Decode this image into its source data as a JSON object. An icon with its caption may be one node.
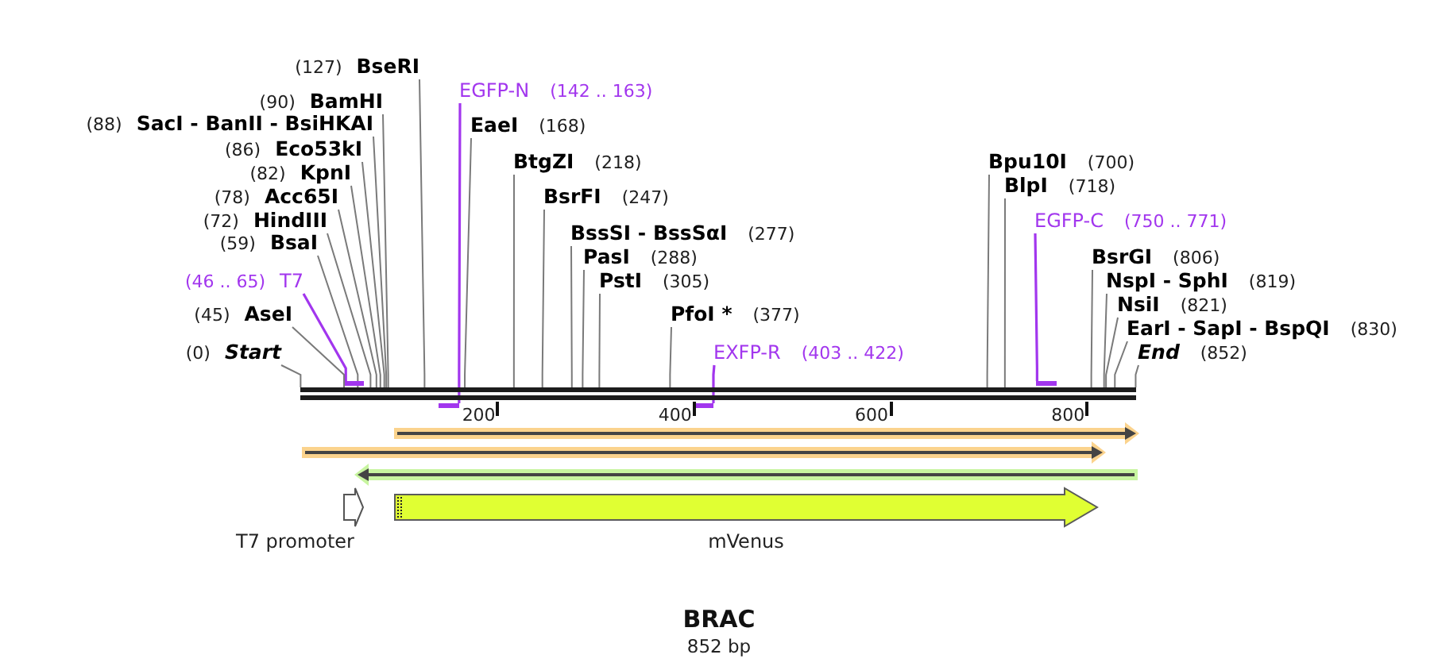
{
  "diagram": {
    "title": "BRAC",
    "caption": "852 bp",
    "nodes": [
      {
        "text": [
          "BseRI"
        ],
        "beside": [
          "(127)"
        ]
      },
      {
        "text": [
          "EGFP-N"
        ],
        "beside": [
          "(142 .. 163)"
        ]
      },
      {
        "text": [
          "BamHI"
        ],
        "beside": [
          "(90)"
        ]
      },
      {
        "text": [
          "SacI - BanII - BsiHKAI"
        ],
        "beside": [
          "(88)"
        ]
      },
      {
        "text": [
          "EaeI"
        ],
        "beside": [
          "(168)"
        ]
      },
      {
        "text": [
          "Eco53kI"
        ],
        "beside": [
          "(86)"
        ]
      },
      {
        "text": [
          "BtgZI"
        ],
        "beside": [
          "(218)"
        ]
      },
      {
        "text": [
          "Bpu10I"
        ],
        "beside": [
          "(700)"
        ]
      },
      {
        "text": [
          "KpnI"
        ],
        "beside": [
          "(82)"
        ]
      },
      {
        "text": [
          "BlpI"
        ],
        "beside": [
          "(718)"
        ]
      },
      {
        "text": [
          "Acc65I"
        ],
        "beside": [
          "(78)"
        ]
      },
      {
        "text": [
          "BsrFI"
        ],
        "beside": [
          "(247)"
        ]
      },
      {
        "text": [
          "HindIII"
        ],
        "beside": [
          "(72)"
        ]
      },
      {
        "text": [
          "EGFP-C"
        ],
        "beside": [
          "(750 .. 771)"
        ]
      },
      {
        "text": [
          "BssSI - BssSαI"
        ],
        "beside": [
          "(277)"
        ]
      },
      {
        "text": [
          "BsaI"
        ],
        "beside": [
          "(59)"
        ]
      },
      {
        "text": [
          "PasI"
        ],
        "beside": [
          "(288)"
        ]
      },
      {
        "text": [
          "BsrGI"
        ],
        "beside": [
          "(806)"
        ]
      },
      {
        "text": [
          "T7"
        ],
        "beside": [
          "(46 .. 65)"
        ]
      },
      {
        "text": [
          "PstI"
        ],
        "beside": [
          "(305)"
        ]
      },
      {
        "text": [
          "NspI - SphI"
        ],
        "beside": [
          "(819)"
        ]
      },
      {
        "text": [
          "NsiI"
        ],
        "beside": [
          "(821)"
        ]
      },
      {
        "text": [
          "AseI"
        ],
        "beside": [
          "(45)"
        ]
      },
      {
        "text": [
          "PfoI *"
        ],
        "beside": [
          "(377)"
        ]
      },
      {
        "text": [
          "EarI - SapI - BspQI"
        ],
        "beside": [
          "(830)"
        ]
      },
      {
        "text": [
          "Start"
        ],
        "beside": [
          "(0)"
        ]
      },
      {
        "text": [
          "EXFP-R"
        ],
        "beside": [
          "(403 .. 422)"
        ]
      },
      {
        "text": [
          "End"
        ],
        "beside": [
          "(852)"
        ]
      },
      {
        "text": [],
        "shape": "bar"
      },
      {
        "text": [],
        "shape": "bar"
      },
      {
        "text": [],
        "shape": "bar"
      },
      {
        "text": [],
        "shape": "bar"
      },
      {
        "text": [],
        "shape": "bar"
      },
      {
        "text": [
          "T7 promoter"
        ]
      },
      {
        "text": [
          "mVenus"
        ]
      }
    ],
    "edges": [
      {
        "from": 0,
        "to": 30,
        "arrow": "none"
      },
      {
        "from": 1,
        "to": 31,
        "arrow": "none",
        "color": "#a236ee"
      },
      {
        "from": 2,
        "to": 30,
        "arrow": "none"
      },
      {
        "from": 3,
        "to": 30,
        "arrow": "none"
      },
      {
        "from": 4,
        "to": 30,
        "arrow": "none"
      },
      {
        "from": 5,
        "to": 30,
        "arrow": "none"
      },
      {
        "from": 6,
        "to": 30,
        "arrow": "none"
      },
      {
        "from": 7,
        "to": 30,
        "arrow": "none"
      },
      {
        "from": 8,
        "to": 30,
        "arrow": "none"
      },
      {
        "from": 9,
        "to": 30,
        "arrow": "none"
      },
      {
        "from": 10,
        "to": 30,
        "arrow": "none"
      },
      {
        "from": 11,
        "to": 30,
        "arrow": "none"
      },
      {
        "from": 12,
        "to": 30,
        "arrow": "none"
      },
      {
        "from": 13,
        "to": 29,
        "arrow": "none",
        "color": "#a236ee"
      },
      {
        "from": 14,
        "to": 30,
        "arrow": "none"
      },
      {
        "from": 15,
        "to": 30,
        "arrow": "none"
      },
      {
        "from": 16,
        "to": 30,
        "arrow": "none"
      },
      {
        "from": 17,
        "to": 30,
        "arrow": "none"
      },
      {
        "from": 18,
        "to": 28,
        "arrow": "none",
        "color": "#a236ee"
      },
      {
        "from": 19,
        "to": 30,
        "arrow": "none"
      },
      {
        "from": 20,
        "to": 30,
        "arrow": "none"
      },
      {
        "from": 21,
        "to": 30,
        "arrow": "none"
      },
      {
        "from": 22,
        "to": 30,
        "arrow": "none"
      },
      {
        "from": 23,
        "to": 30,
        "arrow": "none"
      },
      {
        "from": 24,
        "to": 30,
        "arrow": "none"
      },
      {
        "from": 25,
        "to": 30,
        "arrow": "none"
      },
      {
        "from": 26,
        "to": 32,
        "arrow": "none",
        "color": "#a236ee"
      },
      {
        "from": 27,
        "to": 30,
        "arrow": "none"
      }
    ],
    "labels": [
      "200",
      "400",
      "600",
      "800"
    ]
  }
}
